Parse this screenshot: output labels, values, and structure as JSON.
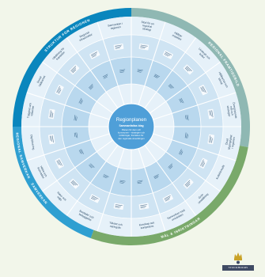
{
  "colors": {
    "background": "#f2f6ea",
    "ring_outer": "#0a86bd",
    "ring_blue": "#2f9fd1",
    "ring_green": "#79a96a",
    "ring_gray": "#8fb8b3",
    "band_light": "#e6f1f9",
    "band_mid": "#cfe4f3",
    "band_dark": "#b9d8ee",
    "center": "#4f9fd8",
    "divider": "#ffffff"
  },
  "center": {
    "title": "Regionplanen",
    "subtitle": "Sammanfattas idag",
    "body": [
      "Planen för dem och",
      "kommunen – strategier och",
      "inriktningar, framtiden för",
      "den regionala utvecklingen"
    ]
  },
  "ring_labels": [
    "STRUKTUR FÖR REGIONEN",
    "REGIONAL FRAMTIDSBILD",
    "MÅL & INRIKTNINGAR",
    "SAMVERKAN",
    "REGIONAL SAMVERKAN"
  ],
  "segments": [
    {
      "label": "Stöd för en regional strategi"
    },
    {
      "label": "Hållbar mobilitet"
    },
    {
      "label": "Livskraft och kultur"
    },
    {
      "label": "Hållbarhet och klimat"
    },
    {
      "label": "Övergripande mål och strategier"
    },
    {
      "label": "Ökad tillgänglighet i regionen"
    },
    {
      "label": "Kollektivtrafik"
    },
    {
      "label": "Grön omställning"
    },
    {
      "label": "Samverkan med omvärlden"
    },
    {
      "label": "Kunskap och kompetens"
    },
    {
      "label": "Tillväxt och näringsliv"
    },
    {
      "label": "Bostäder och bebyggelse"
    },
    {
      "label": "Natur och miljö"
    },
    {
      "label": "Hälsa och livskvalitet"
    },
    {
      "label": "Digitalisering"
    },
    {
      "label": "Trygghet och säkerhet"
    },
    {
      "label": "Social hållbarhet"
    },
    {
      "label": "Utbildning för framtiden"
    },
    {
      "label": "Regional infrastruktur"
    },
    {
      "label": "Samverkan i regionen"
    }
  ],
  "logo": {
    "label": "STOCKHOLMS"
  }
}
